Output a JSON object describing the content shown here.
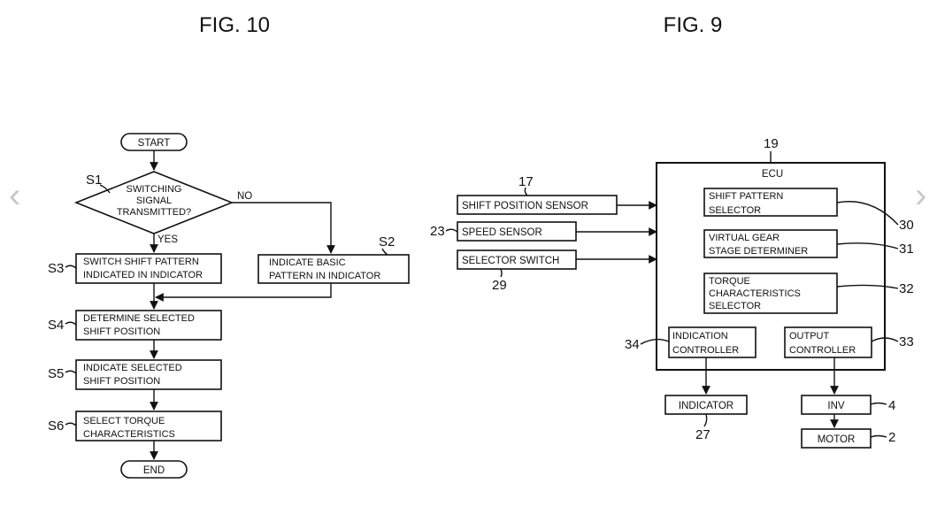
{
  "fig10": {
    "title": "FIG. 10",
    "start": "START",
    "end": "END",
    "decision": {
      "ref": "S1",
      "lines": [
        "SWITCHING",
        "SIGNAL",
        "TRANSMITTED?"
      ],
      "no": "NO",
      "yes": "YES"
    },
    "s2": {
      "ref": "S2",
      "lines": [
        "INDICATE BASIC",
        "PATTERN IN INDICATOR"
      ]
    },
    "s3": {
      "ref": "S3",
      "lines": [
        "SWITCH SHIFT PATTERN",
        "INDICATED IN INDICATOR"
      ]
    },
    "s4": {
      "ref": "S4",
      "lines": [
        "DETERMINE SELECTED",
        "SHIFT POSITION"
      ]
    },
    "s5": {
      "ref": "S5",
      "lines": [
        "INDICATE SELECTED",
        "SHIFT POSITION"
      ]
    },
    "s6": {
      "ref": "S6",
      "lines": [
        "SELECT TORQUE",
        "CHARACTERISTICS"
      ]
    }
  },
  "fig9": {
    "title": "FIG. 9",
    "ecu": {
      "ref": "19",
      "label": "ECU"
    },
    "shift_position_sensor": {
      "ref": "17",
      "label": "SHIFT POSITION SENSOR"
    },
    "speed_sensor": {
      "ref": "23",
      "label": "SPEED SENSOR"
    },
    "selector_switch": {
      "ref": "29",
      "label": "SELECTOR SWITCH"
    },
    "shift_pattern_selector": {
      "ref": "30",
      "lines": [
        "SHIFT PATTERN",
        "SELECTOR"
      ]
    },
    "virtual_gear": {
      "ref": "31",
      "lines": [
        "VIRTUAL GEAR",
        "STAGE DETERMINER"
      ]
    },
    "torque_selector": {
      "ref": "32",
      "lines": [
        "TORQUE",
        "CHARACTERISTICS",
        "SELECTOR"
      ]
    },
    "indication_controller": {
      "ref": "34",
      "lines": [
        "INDICATION",
        "CONTROLLER"
      ]
    },
    "output_controller": {
      "ref": "33",
      "lines": [
        "OUTPUT",
        "CONTROLLER"
      ]
    },
    "indicator": {
      "ref": "27",
      "label": "INDICATOR"
    },
    "inv": {
      "ref": "4",
      "label": "INV"
    },
    "motor": {
      "ref": "2",
      "label": "MOTOR"
    }
  },
  "nav": {
    "prev": "‹",
    "next": "›"
  }
}
